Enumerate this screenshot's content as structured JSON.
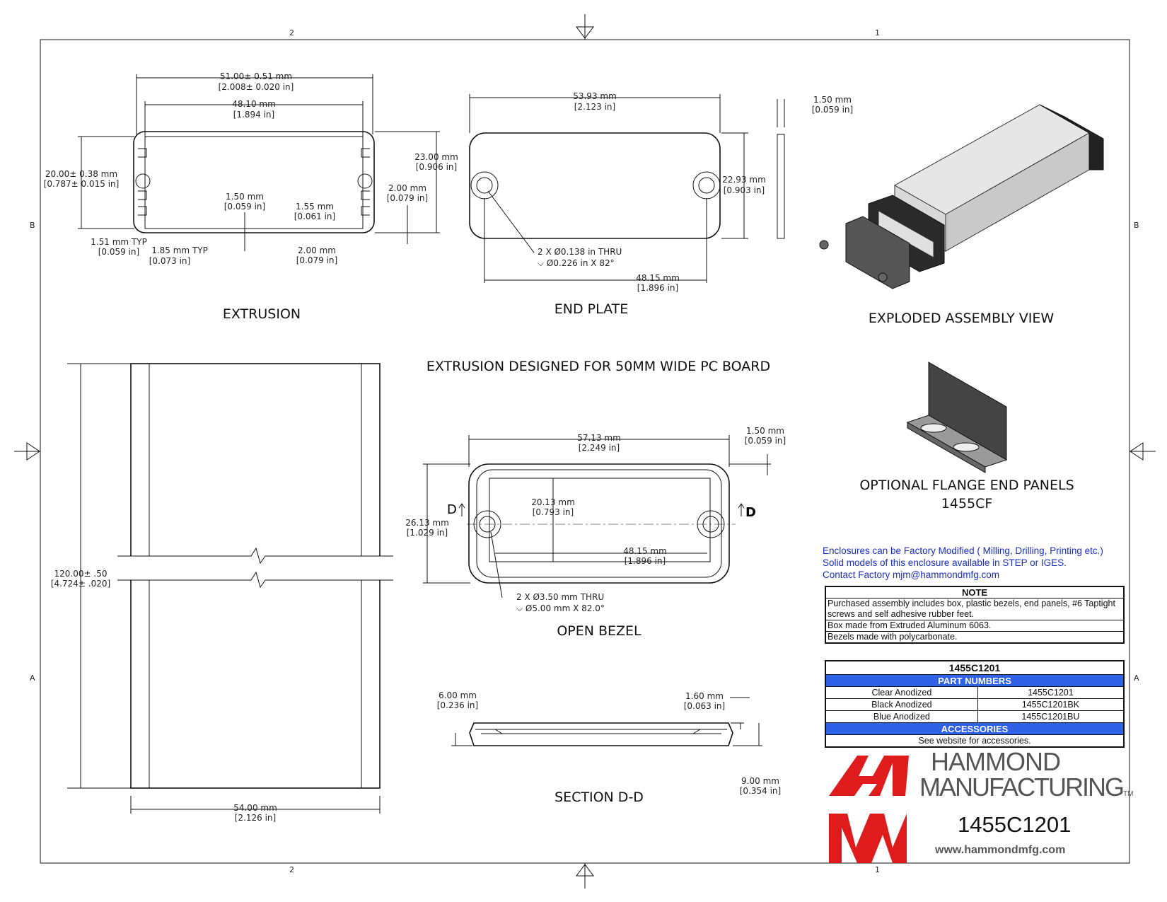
{
  "zones": {
    "top_left": "2",
    "top_right": "1",
    "bottom_left": "2",
    "bottom_right": "1",
    "left_upper": "B",
    "left_lower": "A",
    "right_upper": "B",
    "right_lower": "A"
  },
  "views": {
    "extrusion": "EXTRUSION",
    "end_plate": "END PLATE",
    "exploded": "EXPLODED ASSEMBLY VIEW",
    "designed_for": "EXTRUSION DESIGNED FOR 50MM WIDE PC BOARD",
    "flange_title": "OPTIONAL FLANGE END PANELS",
    "flange_part": "1455CF",
    "open_bezel": "OPEN BEZEL",
    "section": "SECTION D-D"
  },
  "dims": {
    "ext_width_mm": "51.00± 0.51 mm",
    "ext_width_in": "[2.008± 0.020 in]",
    "ext_inner_mm": "48.10 mm",
    "ext_inner_in": "[1.894 in]",
    "ext_height_mm": "20.00± 0.38 mm",
    "ext_height_in": "[0.787± 0.015 in]",
    "ext_wall_mm": "1.50 mm",
    "ext_wall_in": "[0.059 in]",
    "ext_slot_mm": "1.55 mm",
    "ext_slot_in": "[0.061 in]",
    "ext_slotgap_mm": "2.00 mm",
    "ext_slotgap_in": "[0.079 in]",
    "ext_typ1_mm": "1.51 mm  TYP",
    "ext_typ1_in": "[0.059 in]",
    "ext_typ2_mm": "1.85 mm  TYP",
    "ext_typ2_in": "[0.073 in]",
    "ext_bot_mm": "2.00 mm",
    "ext_bot_in": "[0.079 in]",
    "ext_h23_mm": "23.00 mm",
    "ext_h23_in": "[0.906 in]",
    "ep_width_mm": "53.93 mm",
    "ep_width_in": "[2.123 in]",
    "ep_thick_mm": "1.50 mm",
    "ep_thick_in": "[0.059 in]",
    "ep_height_mm": "22.93 mm",
    "ep_height_in": "[0.903 in]",
    "ep_hole1": "2 X Ø0.138 in THRU",
    "ep_hole2": "⌵ Ø0.226 in X 82°",
    "ep_pitch_mm": "48.15 mm",
    "ep_pitch_in": "[1.896 in]",
    "len_mm": "120.00± .50",
    "len_in": "[4.724± .020]",
    "side_w_mm": "54.00 mm",
    "side_w_in": "[2.126 in]",
    "bz_width_mm": "57.13 mm",
    "bz_width_in": "[2.249 in]",
    "bz_thick_mm": "1.50 mm",
    "bz_thick_in": "[0.059 in]",
    "bz_open_mm": "20.13 mm",
    "bz_open_in": "[0.793 in]",
    "bz_height_mm": "26.13 mm",
    "bz_height_in": "[1.029 in]",
    "bz_pitch_mm": "48.15 mm",
    "bz_pitch_in": "[1.896 in]",
    "bz_hole1": "2 X Ø3.50 mm THRU",
    "bz_hole2": "⌵ Ø5.00 mm X 82.0°",
    "sec_depth_mm": "6.00 mm",
    "sec_depth_in": "[0.236 in]",
    "sec_lip_mm": "1.60 mm",
    "sec_lip_in": "[0.063 in]",
    "sec_total_mm": "9.00 mm",
    "sec_total_in": "[0.354 in]",
    "section_marker": "D"
  },
  "info": {
    "line1": "Enclosures can be Factory Modified ( Milling, Drilling, Printing etc.)",
    "line2": "Solid models of this enclosure available in STEP or IGES.",
    "line3": "Contact Factory       mjm@hammondmfg.com"
  },
  "note": {
    "header": "NOTE",
    "rows": [
      "Purchased assembly includes box, plastic bezels, end panels, #6 Taptight screws and self adhesive rubber feet.",
      "Box made from Extruded Aluminum 6063.",
      "Bezels made with polycarbonate."
    ]
  },
  "parts": {
    "title": "1455C1201",
    "part_numbers_label": "PART NUMBERS",
    "rows": [
      {
        "finish": "Clear Anodized",
        "pn": "1455C1201"
      },
      {
        "finish": "Black Anodized",
        "pn": "1455C1201BK"
      },
      {
        "finish": "Blue Anodized",
        "pn": "1455C1201BU"
      }
    ],
    "accessories_label": "ACCESSORIES",
    "accessories_text": "See website for accessories."
  },
  "logo": {
    "line1": "HAMMOND",
    "line2": "MANUFACTURING",
    "tm": "TM",
    "part": "1455C1201",
    "website": "www.hammondmfg.com",
    "brand_color": "#e01b1b"
  }
}
